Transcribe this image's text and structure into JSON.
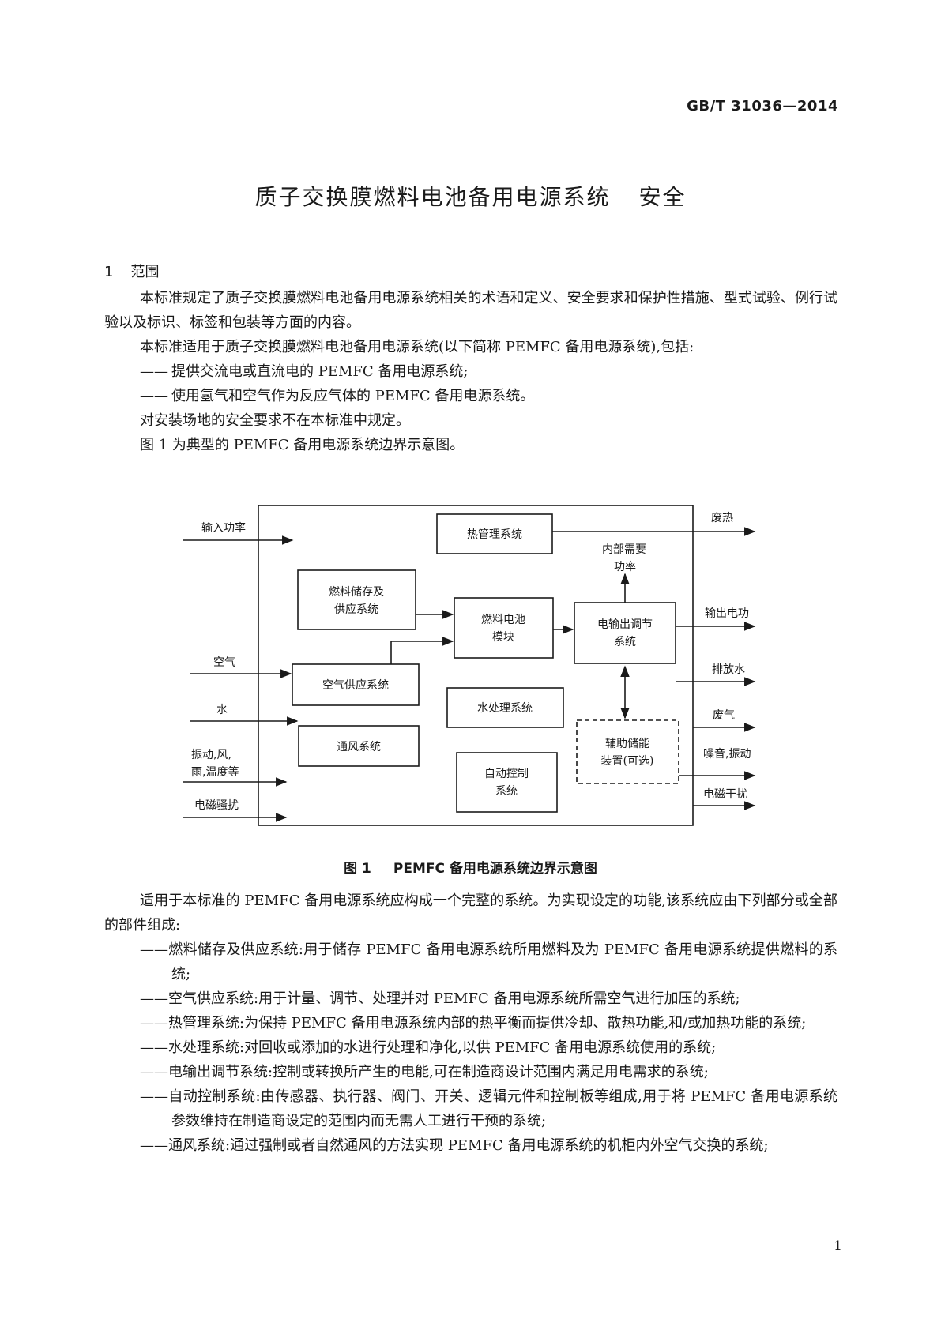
{
  "header": {
    "standard_code": "GB/T 31036—2014"
  },
  "title": {
    "main": "质子交换膜燃料电池备用电源系统",
    "sub": "安全"
  },
  "section1": {
    "number": "1",
    "heading": "范围",
    "para1": "本标准规定了质子交换膜燃料电池备用电源系统相关的术语和定义、安全要求和保护性措施、型式试验、例行试验以及标识、标签和包装等方面的内容。",
    "para2": "本标准适用于质子交换膜燃料电池备用电源系统(以下简称 PEMFC 备用电源系统),包括:",
    "dash1": "提供交流电或直流电的 PEMFC 备用电源系统;",
    "dash2": "使用氢气和空气作为反应气体的 PEMFC 备用电源系统。",
    "para3": "对安装场地的安全要求不在本标准中规定。",
    "para4": "图 1 为典型的 PEMFC 备用电源系统边界示意图。"
  },
  "figure": {
    "caption_num": "图 1",
    "caption_text": "PEMFC 备用电源系统边界示意图",
    "inputs": {
      "power": "输入功率",
      "air": "空气",
      "water": "水",
      "env_line1": "振动,风,",
      "env_line2": "雨,温度等",
      "emi": "电磁骚扰"
    },
    "outputs": {
      "waste_heat": "废热",
      "internal_line1": "内部需要",
      "internal_line2": "功率",
      "elec_out": "输出电功",
      "drain_water": "排放水",
      "exhaust": "废气",
      "noise": "噪音,振动",
      "emi_out": "电磁干扰"
    },
    "blocks": {
      "thermal": "热管理系统",
      "fuel_line1": "燃料储存及",
      "fuel_line2": "供应系统",
      "stack_line1": "燃料电池",
      "stack_line2": "模块",
      "power_cond_line1": "电输出调节",
      "power_cond_line2": "系统",
      "air_supply": "空气供应系统",
      "water_treat": "水处理系统",
      "ventilation": "通风系统",
      "storage_line1": "辅助储能",
      "storage_line2": "装置(可选)",
      "control_line1": "自动控制",
      "control_line2": "系统"
    }
  },
  "components": {
    "para_intro": "适用于本标准的 PEMFC 备用电源系统应构成一个完整的系统。为实现设定的功能,该系统应由下列部分或全部的部件组成:",
    "dash_mark": "——",
    "items": [
      "燃料储存及供应系统:用于储存 PEMFC 备用电源系统所用燃料及为 PEMFC 备用电源系统提供燃料的系统;",
      "空气供应系统:用于计量、调节、处理并对 PEMFC 备用电源系统所需空气进行加压的系统;",
      "热管理系统:为保持 PEMFC 备用电源系统内部的热平衡而提供冷却、散热功能,和/或加热功能的系统;",
      "水处理系统:对回收或添加的水进行处理和净化,以供 PEMFC 备用电源系统使用的系统;",
      "电输出调节系统:控制或转换所产生的电能,可在制造商设计范围内满足用电需求的系统;",
      "自动控制系统:由传感器、执行器、阀门、开关、逻辑元件和控制板等组成,用于将 PEMFC 备用电源系统参数维持在制造商设定的范围内而无需人工进行干预的系统;",
      "通风系统:通过强制或者自然通风的方法实现 PEMFC 备用电源系统的机柜内外空气交换的系统;"
    ]
  },
  "footer": {
    "page_number": "1"
  }
}
